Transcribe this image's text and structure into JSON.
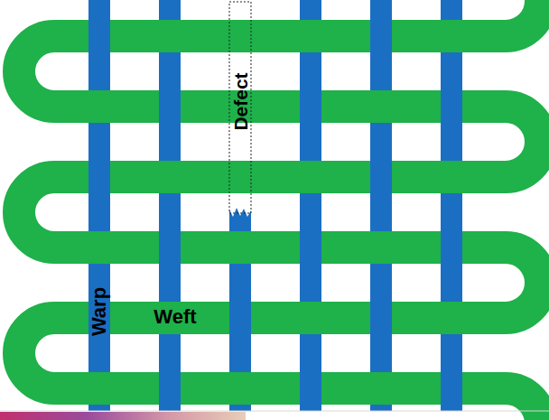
{
  "diagram": {
    "labels": [
      "Defect",
      "Warp",
      "Weft"
    ]
  }
}
